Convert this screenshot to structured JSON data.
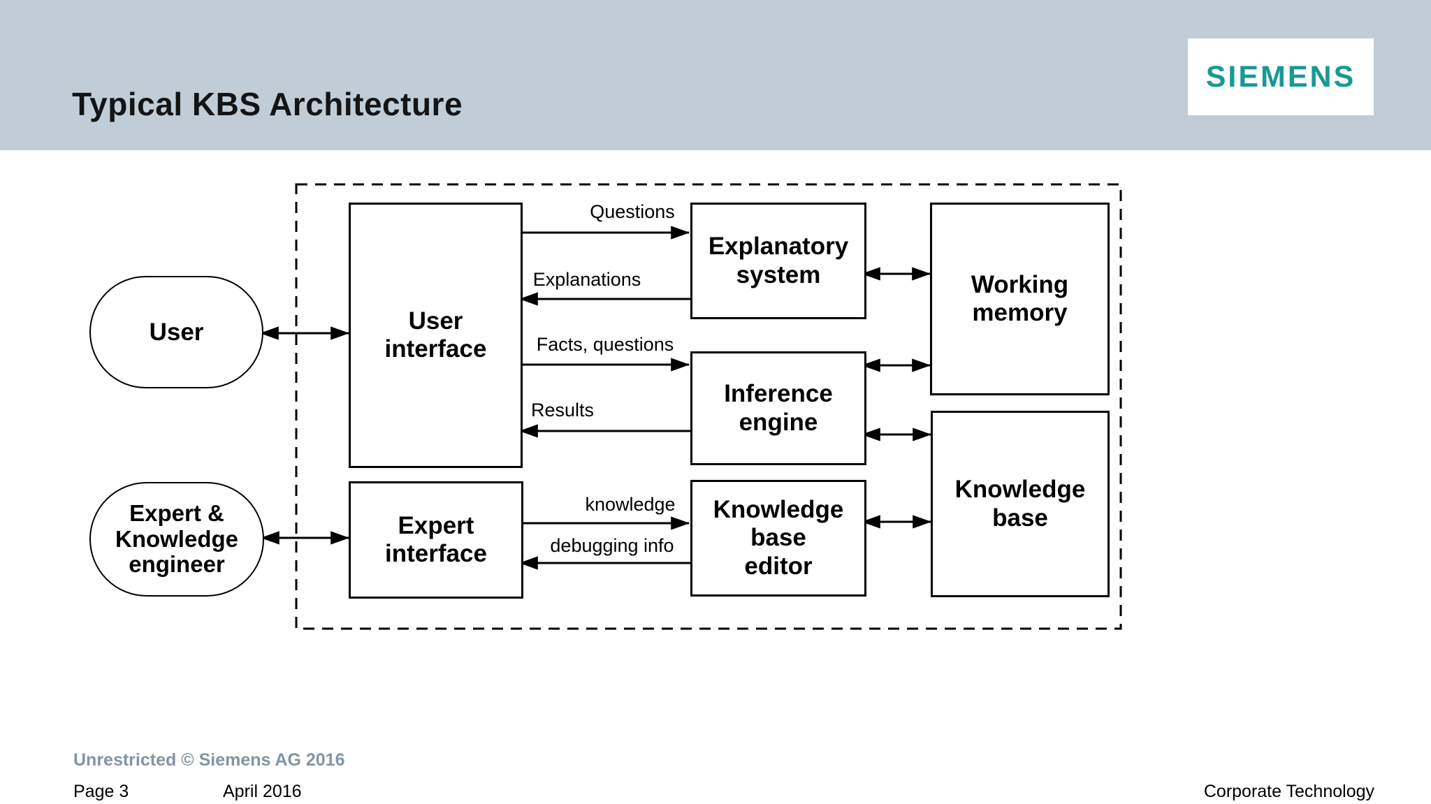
{
  "header": {
    "title": "Typical KBS Architecture",
    "logo": "SIEMENS"
  },
  "actors": {
    "user": "User",
    "expert": "Expert &\nKnowledge\nengineer"
  },
  "boxes": {
    "user_interface": "User\ninterface",
    "expert_interface": "Expert\ninterface",
    "explanatory_system": "Explanatory\nsystem",
    "inference_engine": "Inference\nengine",
    "knowledge_base_editor": "Knowledge\nbase\neditor",
    "working_memory": "Working\nmemory",
    "knowledge_base": "Knowledge\nbase"
  },
  "flows": {
    "questions": "Questions",
    "explanations": "Explanations",
    "facts_questions": "Facts, questions",
    "results": "Results",
    "knowledge": "knowledge",
    "debugging_info": "debugging info"
  },
  "footer": {
    "restriction": "Unrestricted © Siemens AG 2016",
    "page": "Page 3",
    "date": "April 2016",
    "department": "Corporate Technology"
  },
  "colors": {
    "header_band": "#c0ccd6",
    "siemens_teal": "#169a95",
    "restriction_gray": "#8394a6",
    "line_black": "#000000"
  }
}
